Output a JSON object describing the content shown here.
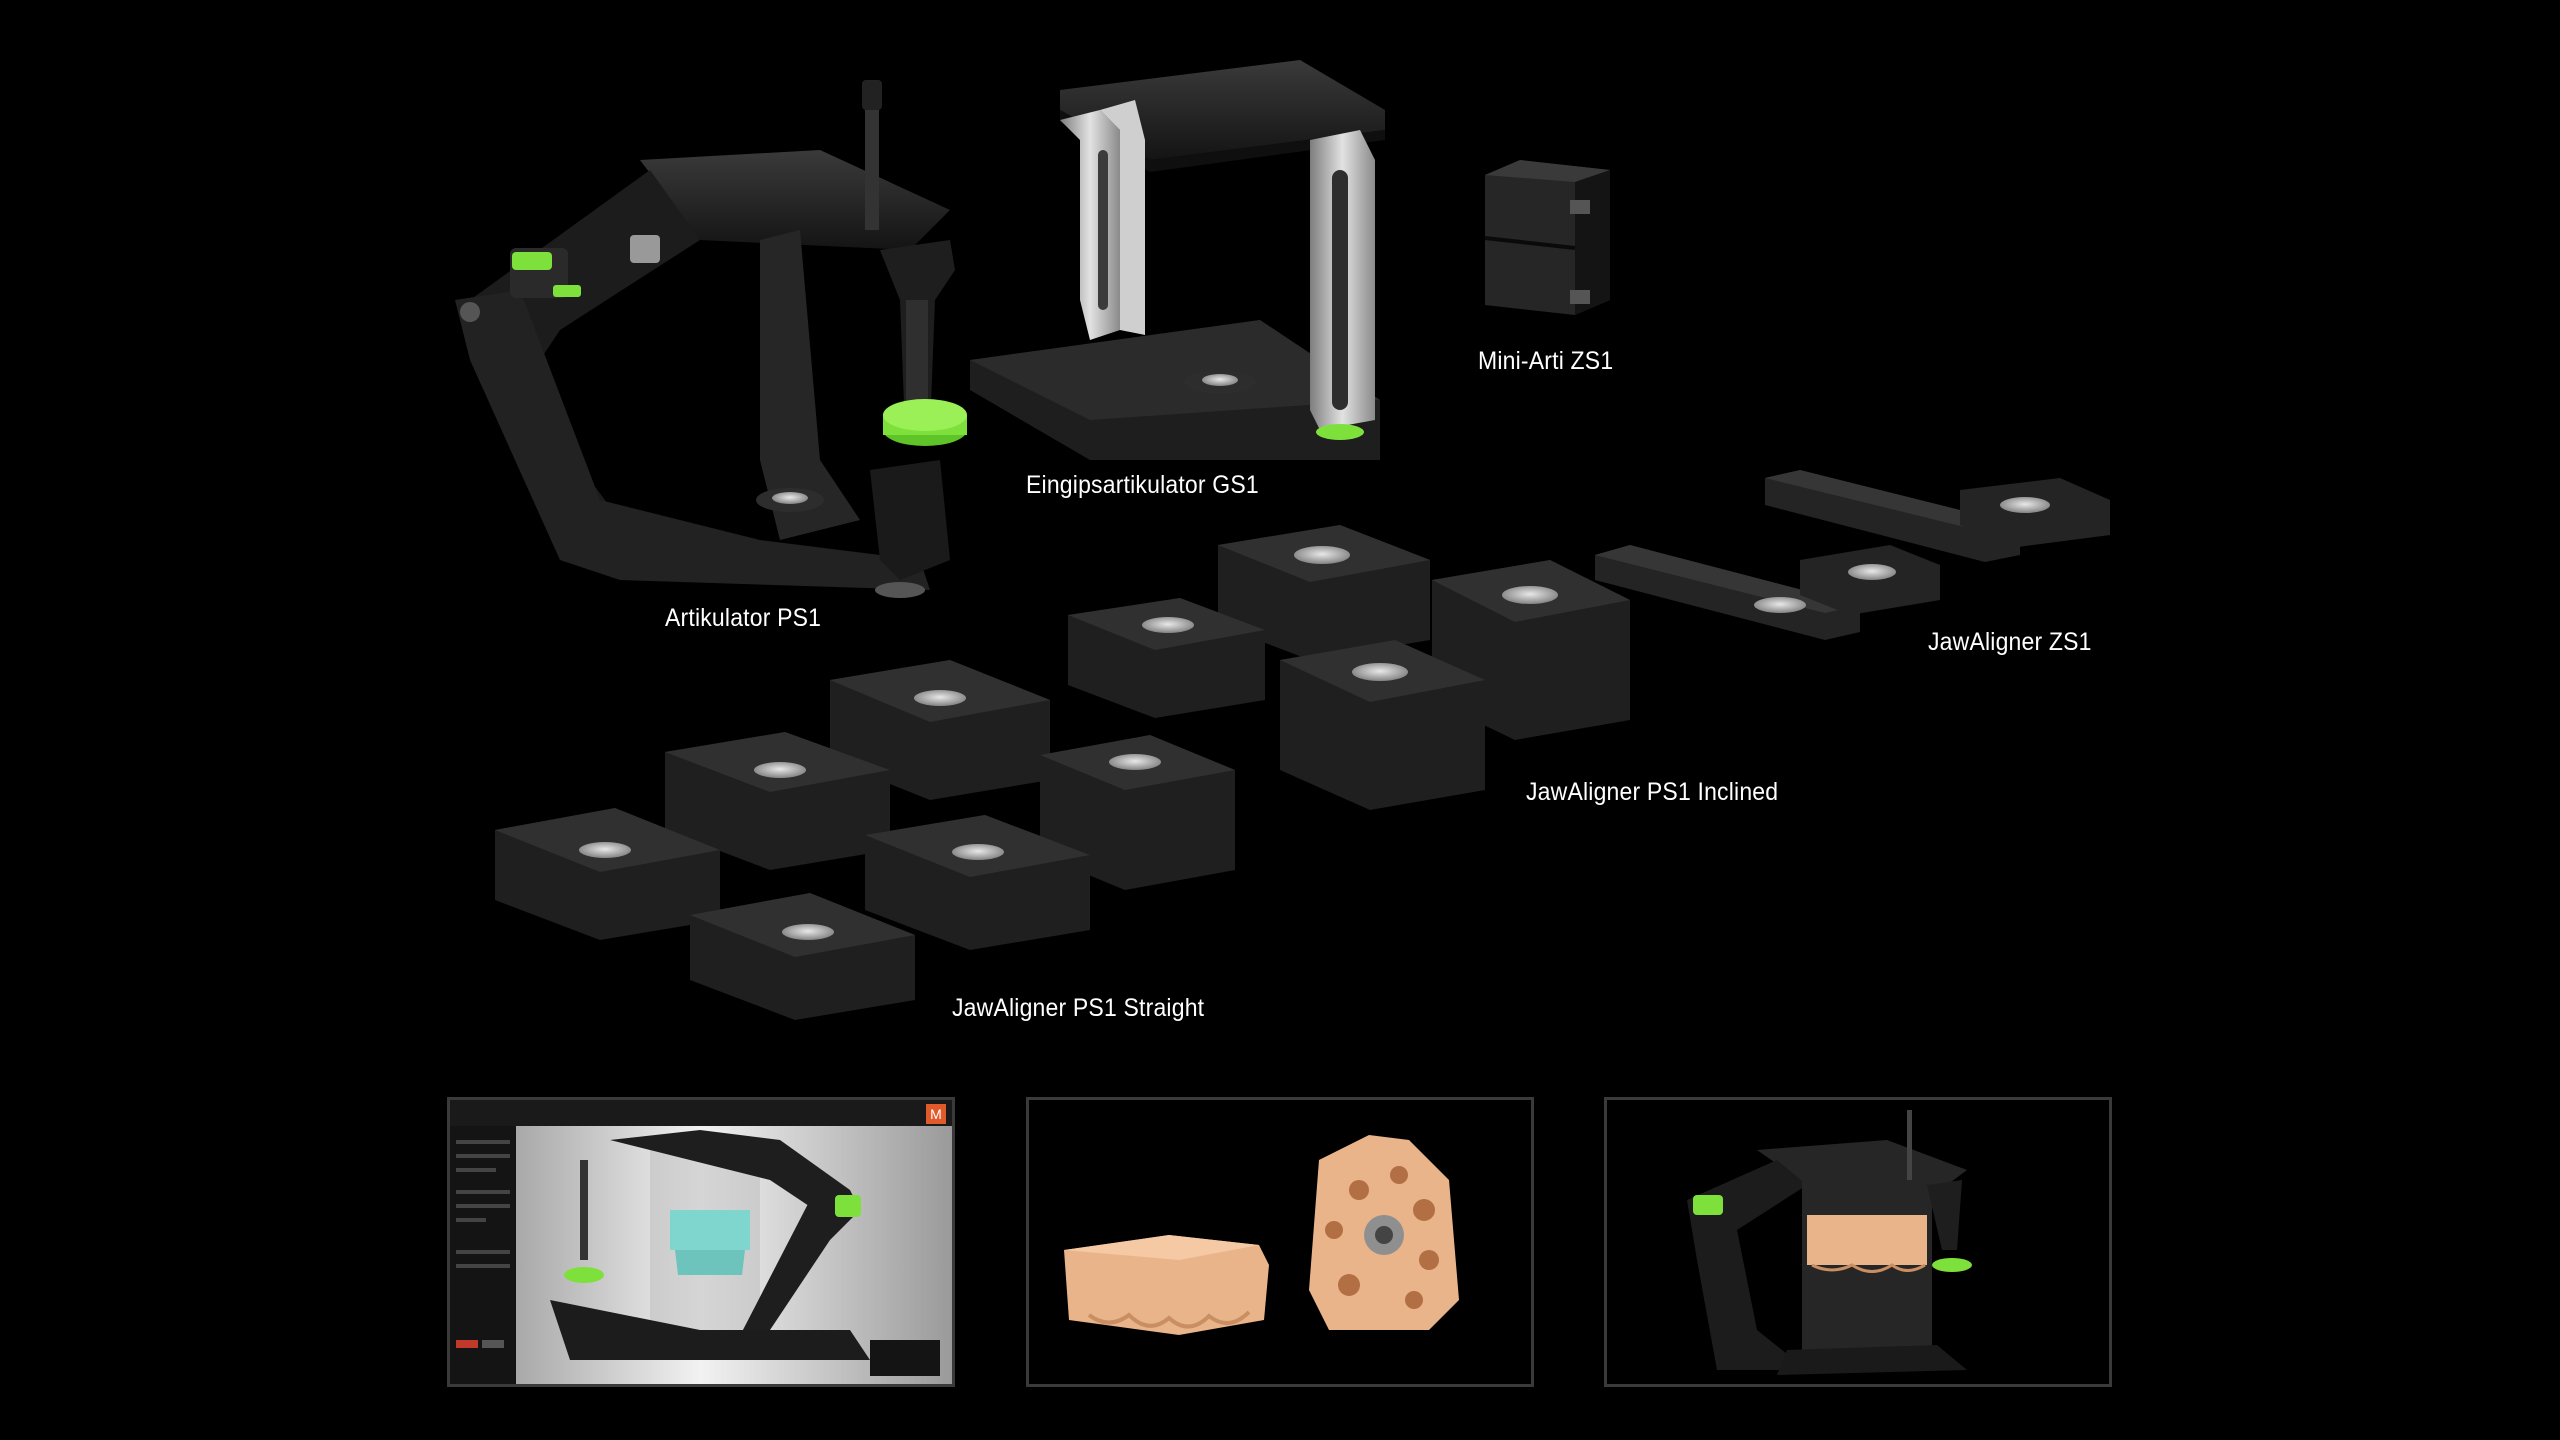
{
  "products": {
    "artikulator_ps1": "Artikulator PS1",
    "eingipsartikulator_gs1": "Eingipsartikulator GS1",
    "mini_arti_zs1": "Mini-Arti ZS1",
    "jawaligner_zs1": "JawAligner ZS1",
    "jawaligner_ps1_inclined": "JawAligner PS1 Inclined",
    "jawaligner_ps1_straight": "JawAligner PS1 Straight"
  },
  "thumbnails": {
    "software_logo": "M"
  },
  "colors": {
    "background": "#000000",
    "device_body": "#1c1c1c",
    "accent_green": "#7ee03a",
    "metal": "#b8b8b8",
    "plaster": "#e9b48a",
    "app_accent": "#e05a2a",
    "teeth_scan": "#7fd6cf"
  }
}
